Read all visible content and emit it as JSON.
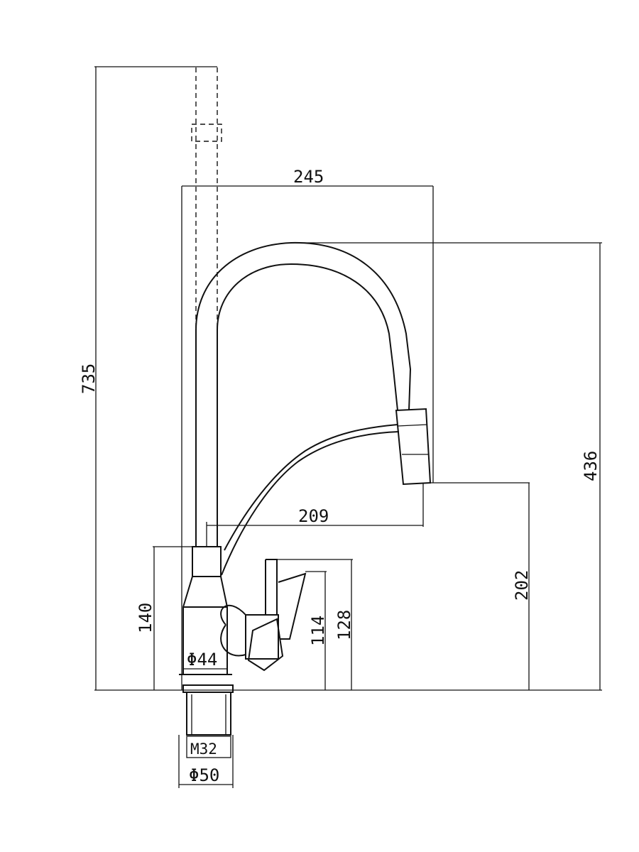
{
  "dimensions": {
    "overall_height": "735",
    "reach_total": "245",
    "spout_height": "436",
    "spout_reach": "209",
    "outlet_clearance": "202",
    "body_height": "140",
    "handle_height": "114",
    "handle_top_height": "128",
    "body_diameter": "Φ44",
    "thread": "M32",
    "base_diameter": "Φ50"
  },
  "colors": {
    "line": "#111111",
    "background": "#ffffff"
  }
}
